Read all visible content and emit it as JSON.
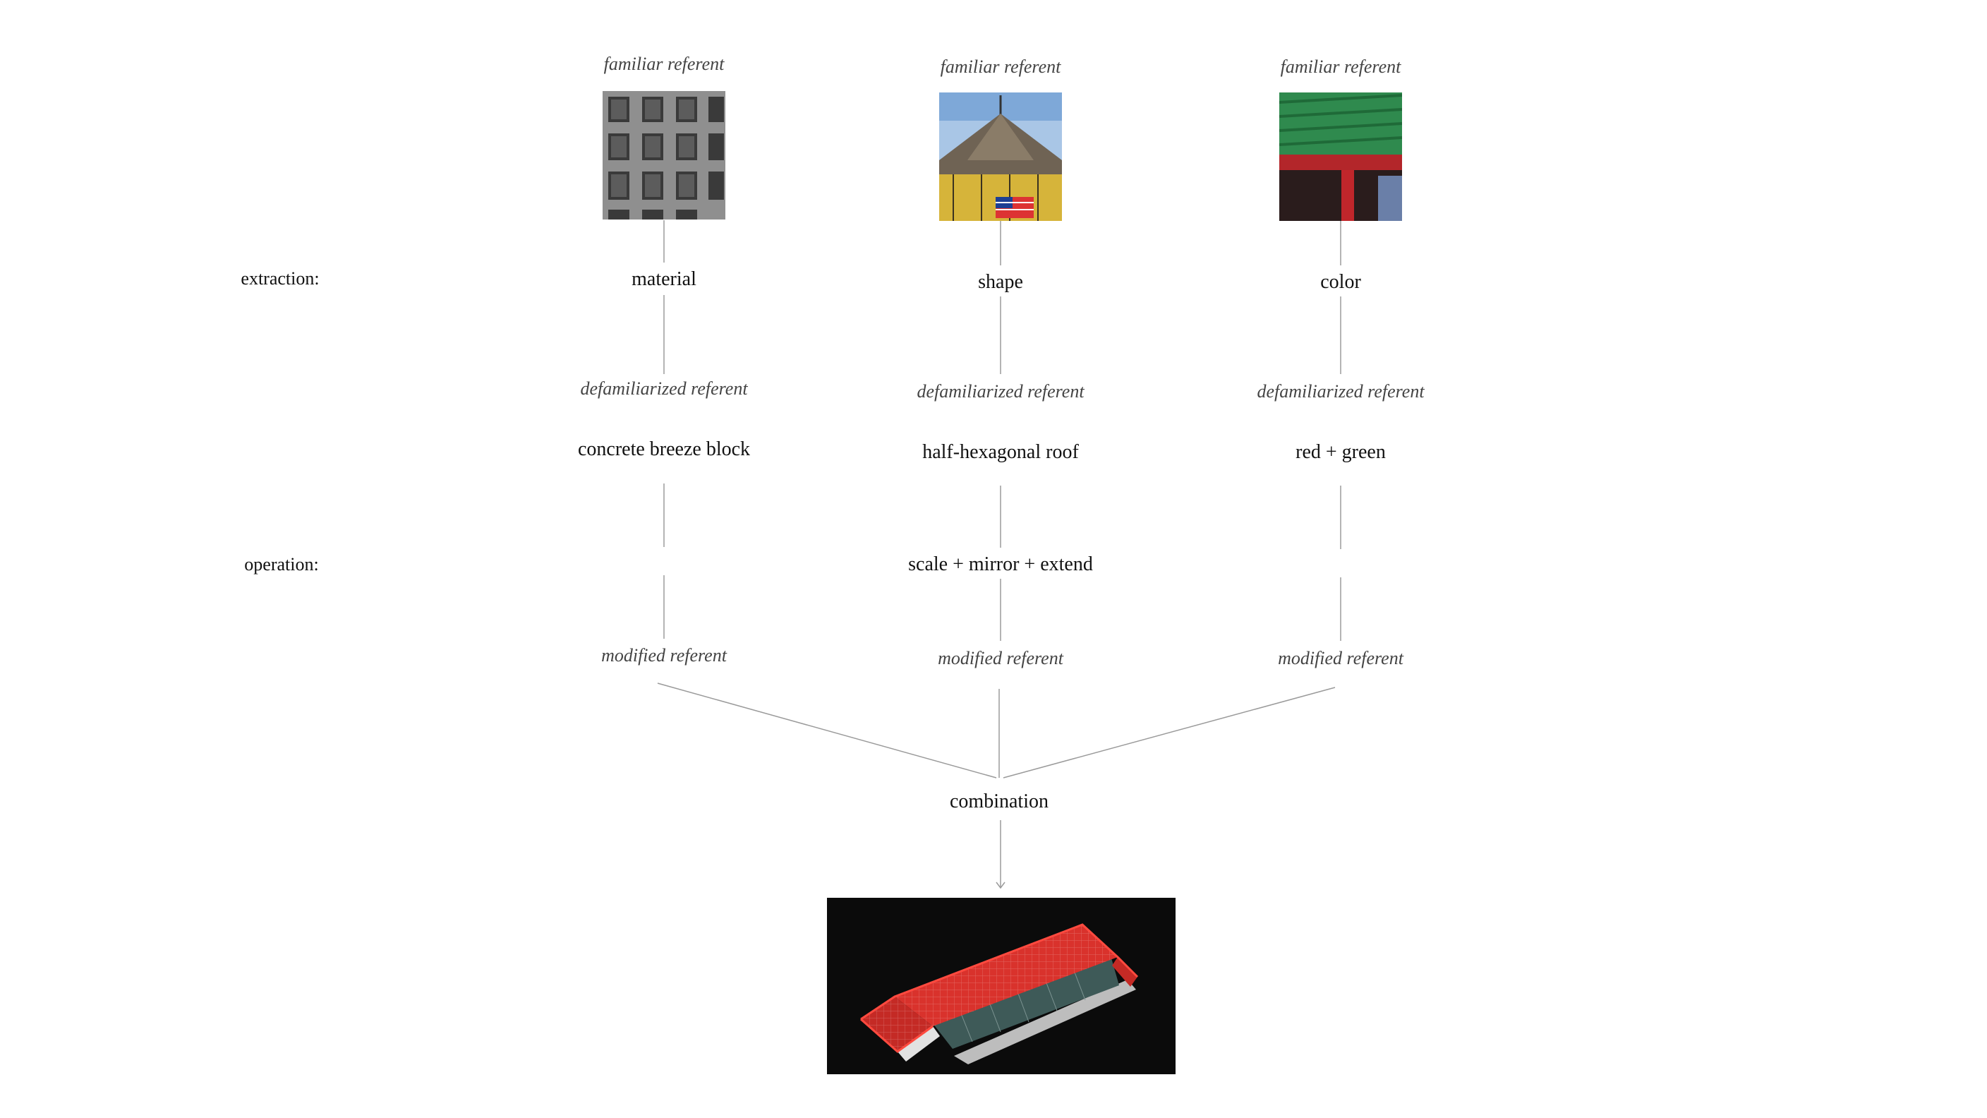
{
  "row_labels": {
    "extraction": "extraction:",
    "operation": "operation:"
  },
  "columns": [
    {
      "familiar": "familiar referent",
      "extraction": "material",
      "defamiliarized": "defamiliarized referent",
      "referent": "concrete breeze block",
      "operation": "",
      "modified": "modified referent",
      "image_icon": "breeze-block-photo"
    },
    {
      "familiar": "familiar referent",
      "extraction": "shape",
      "defamiliarized": "defamiliarized referent",
      "referent": "half-hexagonal roof",
      "operation": "scale + mirror + extend",
      "modified": "modified referent",
      "image_icon": "hexagonal-roof-photo"
    },
    {
      "familiar": "familiar referent",
      "extraction": "color",
      "defamiliarized": "defamiliarized referent",
      "referent": "red + green",
      "operation": "",
      "modified": "modified referent",
      "image_icon": "chinese-roof-photo"
    }
  ],
  "combination": "combination",
  "result_image_icon": "building-model-render",
  "colors": {
    "line": "#9a9a9a",
    "roof_red": "#d9322c",
    "tile_green": "#2f8a4e"
  }
}
